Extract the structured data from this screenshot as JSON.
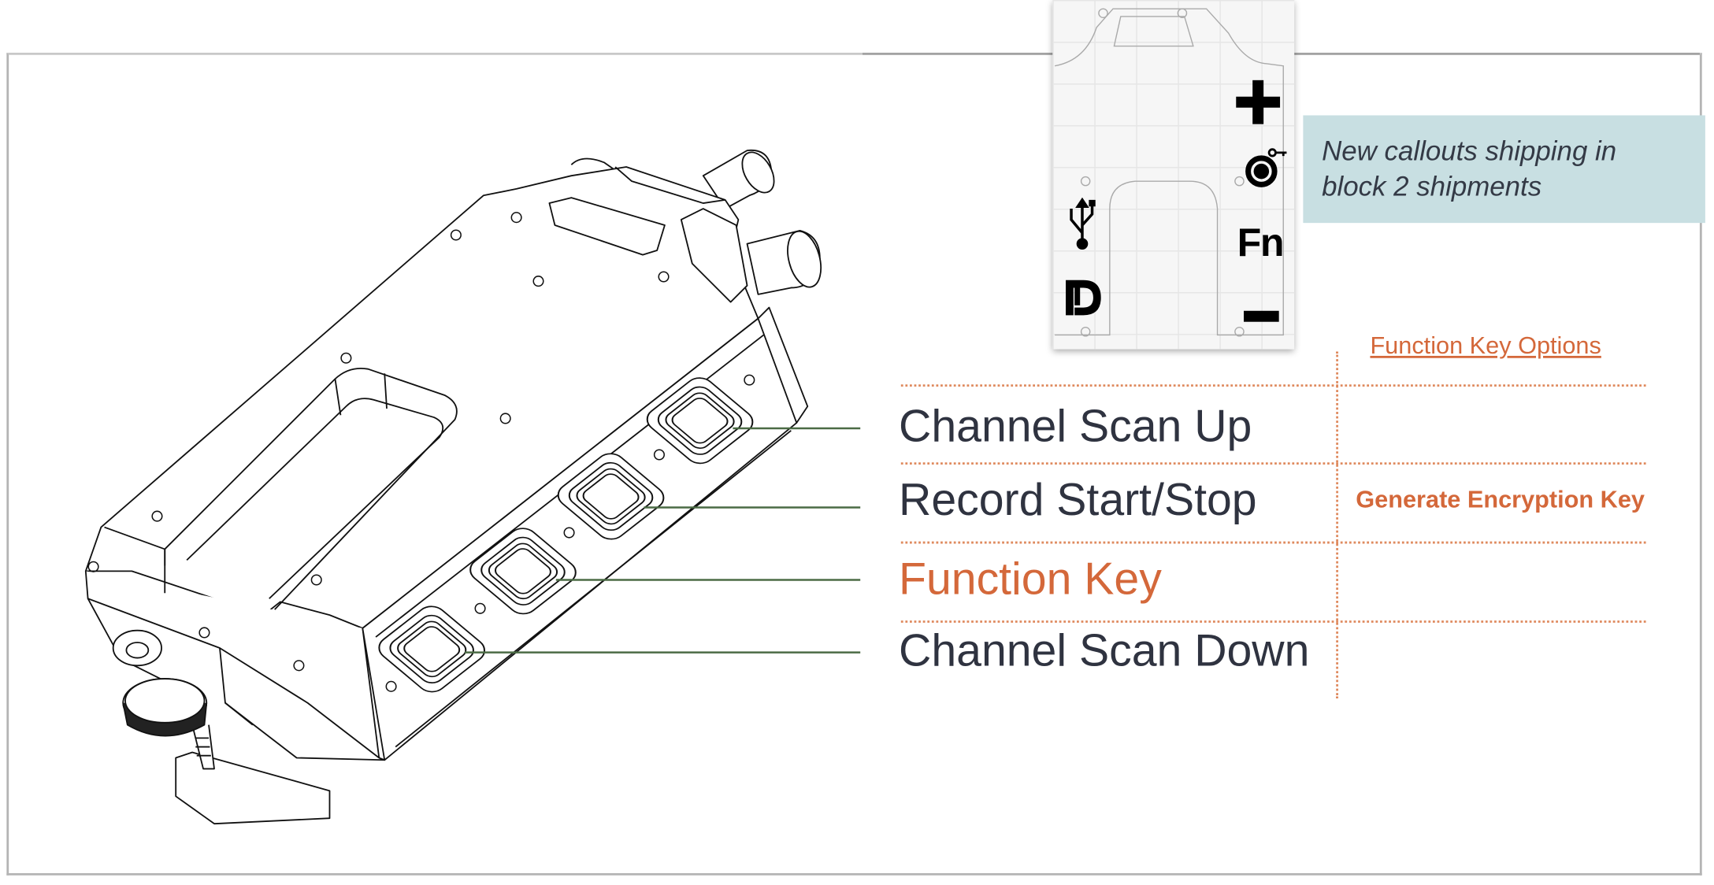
{
  "panel": {
    "fn_label": "Fn",
    "icons": [
      "plus-icon",
      "record-key-icon",
      "usb-icon",
      "displayport-icon",
      "minus-icon"
    ]
  },
  "callout": {
    "line1": "New callouts shipping in",
    "line2": "block 2 shipments"
  },
  "function_key_options": "Function Key Options",
  "buttons": [
    {
      "label": "Channel Scan Up"
    },
    {
      "label": "Record Start/Stop"
    },
    {
      "label": "Function Key"
    },
    {
      "label": "Channel Scan Down"
    }
  ],
  "function_key_option_value": "Generate Encryption Key",
  "colors": {
    "accent": "#d4683a",
    "callout_bg": "#c8dfe2",
    "leader": "#4b6b45",
    "text": "#2f3340"
  }
}
